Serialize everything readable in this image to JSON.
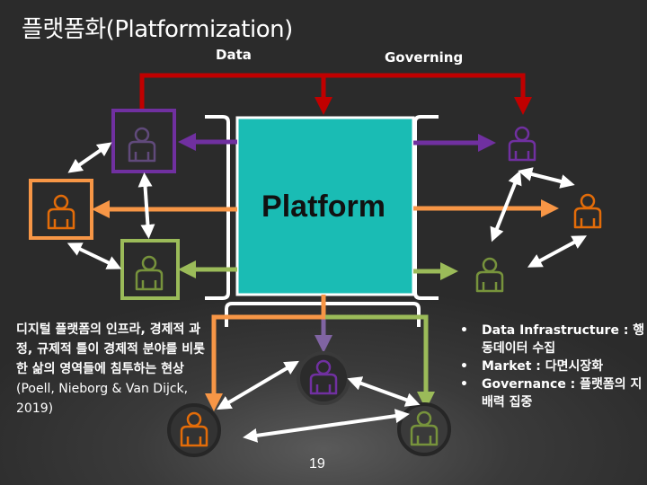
{
  "slide": {
    "title": "플랫폼화(Platformization)",
    "label_data": "Data",
    "label_governing": "Governing",
    "platform_label": "Platform",
    "description_bold": "디지털 플랫폼의 인프라, 경제적 과정, 규제적 틀이 경제적 분야를 비롯한 삶의 영역들에 침투하는 현상",
    "description_citation": "(Poell, Nieborg & Van Dijck, 2019)",
    "bullets": [
      "Data Infrastructure : 행동데이터 수집",
      "Market : 다면시장화",
      "Governance : 플랫폼의 지배력 집중"
    ],
    "page_number": "19"
  },
  "colors": {
    "background": "#2b2b2b",
    "platform": "#1abcb4",
    "data_governing_arrow": "#c00000",
    "purple": "#7030a0",
    "orange": "#f79646",
    "green": "#9bbb59",
    "orange_person": "#e36c09",
    "green_person": "#77933c",
    "purple_person": "#604a7b"
  },
  "diagram": {
    "nodes": [
      {
        "id": "left-purple-user",
        "color": "purple",
        "shape": "square"
      },
      {
        "id": "left-orange-user",
        "color": "orange",
        "shape": "square"
      },
      {
        "id": "left-green-user",
        "color": "green",
        "shape": "square"
      },
      {
        "id": "right-purple-user",
        "color": "purple",
        "shape": "plain"
      },
      {
        "id": "right-orange-user",
        "color": "orange",
        "shape": "plain"
      },
      {
        "id": "right-green-user",
        "color": "green",
        "shape": "plain"
      },
      {
        "id": "bottom-purple-user",
        "color": "purple",
        "shape": "circle"
      },
      {
        "id": "bottom-orange-user",
        "color": "orange",
        "shape": "circle"
      },
      {
        "id": "bottom-green-user",
        "color": "green",
        "shape": "circle"
      }
    ]
  }
}
